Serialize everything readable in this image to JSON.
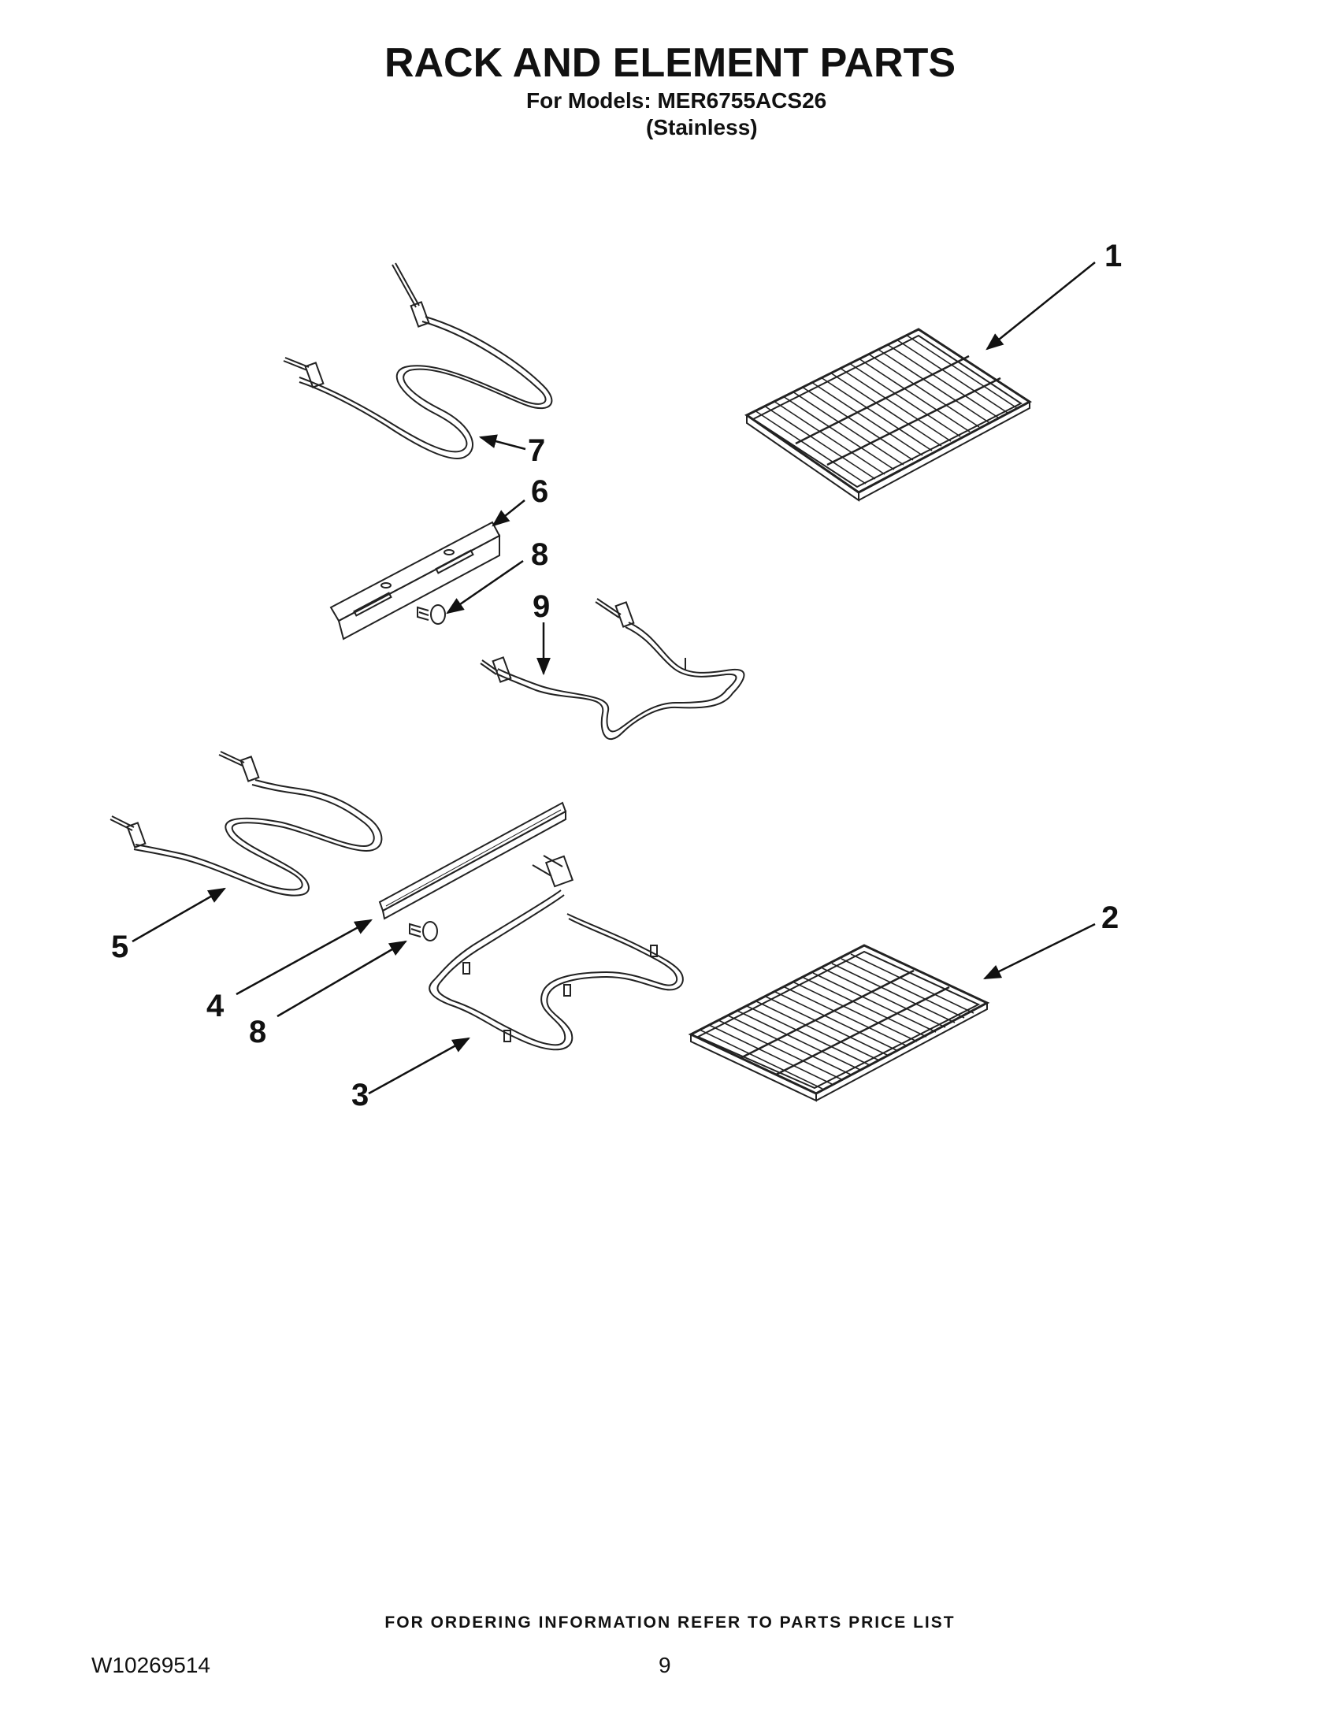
{
  "header": {
    "title": "RACK AND ELEMENT PARTS",
    "models_line": "For Models: MER6755ACS26",
    "variant": "(Stainless)"
  },
  "callouts": {
    "c1": "1",
    "c2": "2",
    "c3": "3",
    "c4": "4",
    "c5": "5",
    "c6": "6",
    "c7": "7",
    "c8a": "8",
    "c8b": "8",
    "c9": "9"
  },
  "footer": {
    "ordering_note": "FOR ORDERING INFORMATION REFER TO PARTS PRICE LIST",
    "doc_number": "W10269514",
    "page_number": "9"
  }
}
